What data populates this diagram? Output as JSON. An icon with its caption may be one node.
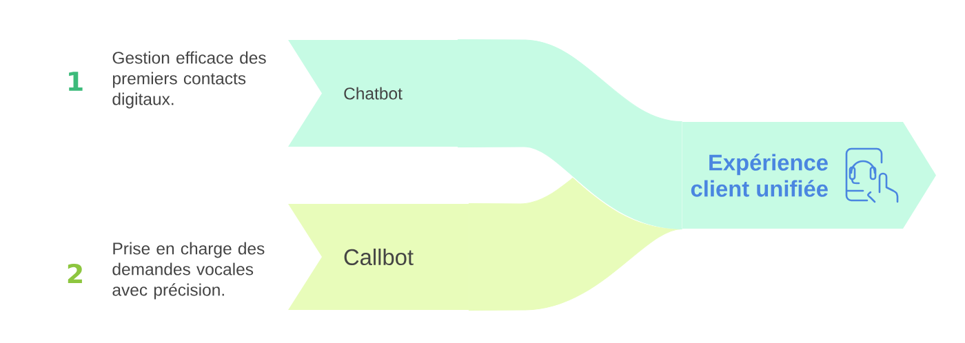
{
  "diagram": {
    "nodes": [
      {
        "text": [
          "Chatbot"
        ],
        "beside": [
          "1",
          "Gestion efficace des premiers contacts digitaux."
        ]
      },
      {
        "text": [
          "Callbot"
        ],
        "beside": [
          "2",
          "Prise en charge des demandes vocales avec précision."
        ]
      },
      {
        "text": [
          "Expérience client unifiée"
        ]
      }
    ],
    "edges": [
      {
        "from": 0,
        "to": 2,
        "arrow": "none",
        "color": "#c6fbe4"
      },
      {
        "from": 1,
        "to": 2,
        "arrow": "none",
        "color": "#e8fcba"
      }
    ]
  }
}
